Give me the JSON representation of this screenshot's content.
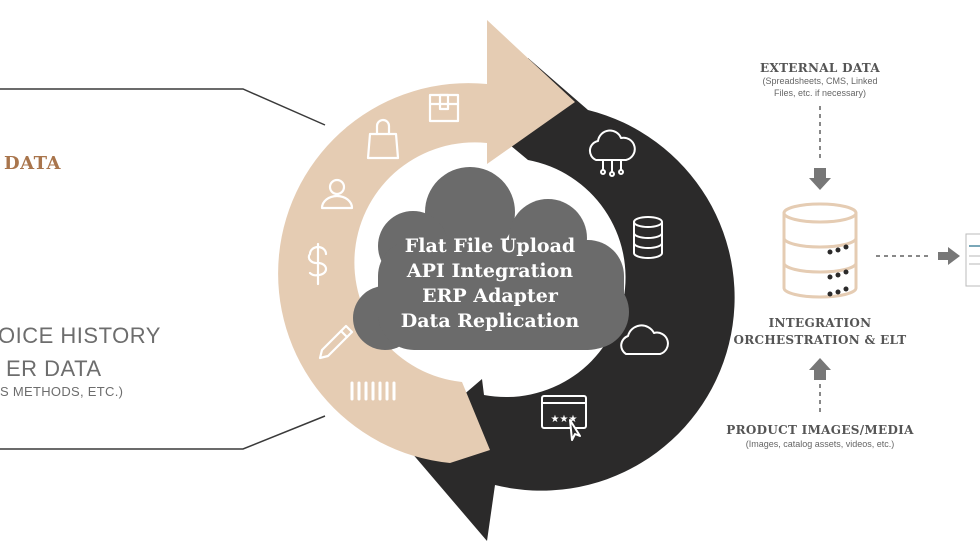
{
  "left": {
    "heading": "DATA",
    "line1": "OICE HISTORY",
    "line2": "ER DATA",
    "line3": "S METHODS, ETC.)"
  },
  "center": {
    "items": [
      "Flat File Upload",
      "API Integration",
      "ERP Adapter",
      "Data Replication"
    ]
  },
  "right": {
    "external_title": "EXTERNAL DATA",
    "external_sub1": "(Spreadsheets, CMS, Linked",
    "external_sub2": "Files, etc. if necessary)",
    "integration_line1": "INTEGRATION",
    "integration_line2": "ORCHESTRATION & ELT",
    "media_title": "PRODUCT IMAGES/MEDIA",
    "media_sub": "(Images, catalog assets, videos, etc.)"
  },
  "colors": {
    "tan": "#e5ccb3",
    "dark": "#2b2a2a",
    "cloud": "#6b6b6b",
    "heading_accent": "#a9754c",
    "gray_text": "#6d6d6d"
  },
  "icons": [
    "box-icon",
    "shopping-bag-icon",
    "user-icon",
    "dollar-icon",
    "pencil-icon",
    "barcode-icon",
    "cloud-network-icon",
    "database-icon",
    "cloud-icon",
    "rating-browser-icon",
    "database-stack-icon",
    "arrow-down-icon",
    "arrow-up-icon",
    "arrow-right-icon",
    "document-thumbnail-icon"
  ]
}
